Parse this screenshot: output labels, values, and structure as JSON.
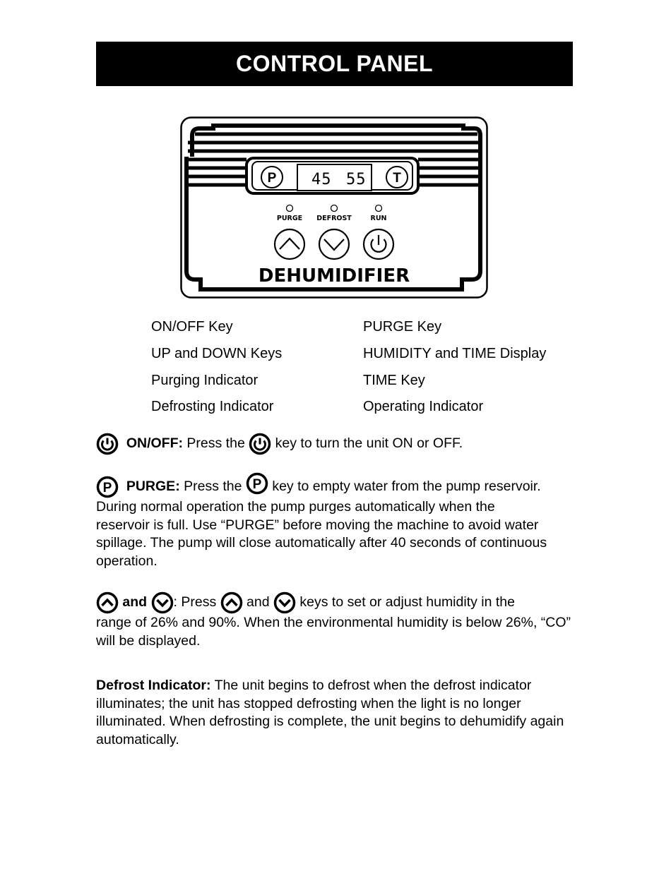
{
  "header": {
    "title": "CONTROL PANEL"
  },
  "panel": {
    "brand": "DEHUMIDIFIER",
    "display_humidity": "45",
    "display_time": "55",
    "purge_key": "P",
    "time_key": "T",
    "indicators": [
      "PURGE",
      "DEFROST",
      "RUN"
    ],
    "keys": [
      "up-arrow-icon",
      "down-arrow-icon",
      "power-icon"
    ]
  },
  "legend": {
    "left": [
      "ON/OFF Key",
      "UP and DOWN Keys",
      "Purging Indicator",
      "Defrosting Indicator"
    ],
    "right": [
      "PURGE Key",
      "HUMIDITY and TIME Display",
      "TIME Key",
      "Operating Indicator"
    ]
  },
  "sections": {
    "onoff": {
      "title": "ON/OFF:",
      "pre": " Press the ",
      "post": " key to turn the unit ON or OFF."
    },
    "purge": {
      "title": "PURGE:",
      "pre": " Press the ",
      "post": " key to empty water from the pump reservoir.",
      "body": "During normal operation the pump purges automatically when the reservoir is full. Use “PURGE” before moving the machine to avoid water spillage. The pump will close automatically after 40 seconds of continuous operation."
    },
    "updown": {
      "title_and": "and",
      "pre": ": Press ",
      "mid": " and ",
      "post": " keys to set or adjust humidity in the",
      "body": "range of 26% and 90%. When the environmental humidity is below 26%, “CO” will be displayed."
    },
    "defrost": {
      "title": "Defrost Indicator:",
      "body": " The unit begins to defrost when the defrost indicator illuminates; the unit has stopped defrosting when the light is no longer illuminated. When defrosting is complete, the unit begins to dehumidify again automatically."
    }
  }
}
